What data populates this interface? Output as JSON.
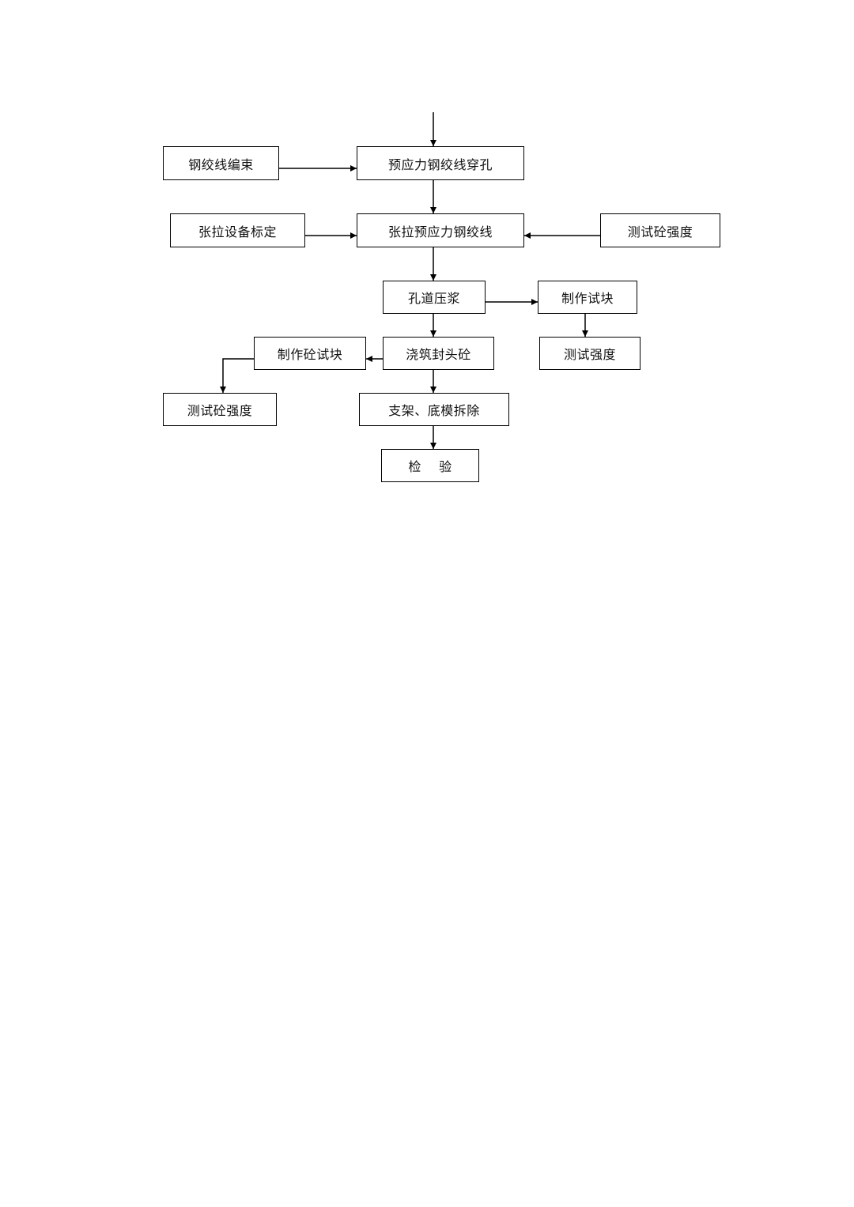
{
  "nodes": {
    "threading": "预应力钢绞线穿孔",
    "bundling": "钢绞线编束",
    "tensioning": "张拉预应力钢绞线",
    "calibration": "张拉设备标定",
    "test_concrete_strength_right": "测试砼强度",
    "grouting": "孔道压浆",
    "make_specimen": "制作试块",
    "test_strength": "测试强度",
    "pour_seal_concrete": "浇筑封头砼",
    "make_concrete_specimen": "制作砼试块",
    "test_concrete_strength_left": "测试砼强度",
    "remove_formwork": "支架、底模拆除",
    "inspection": "检    验"
  },
  "colors": {
    "line": "#000000",
    "box_border": "#000000",
    "background": "#ffffff"
  }
}
